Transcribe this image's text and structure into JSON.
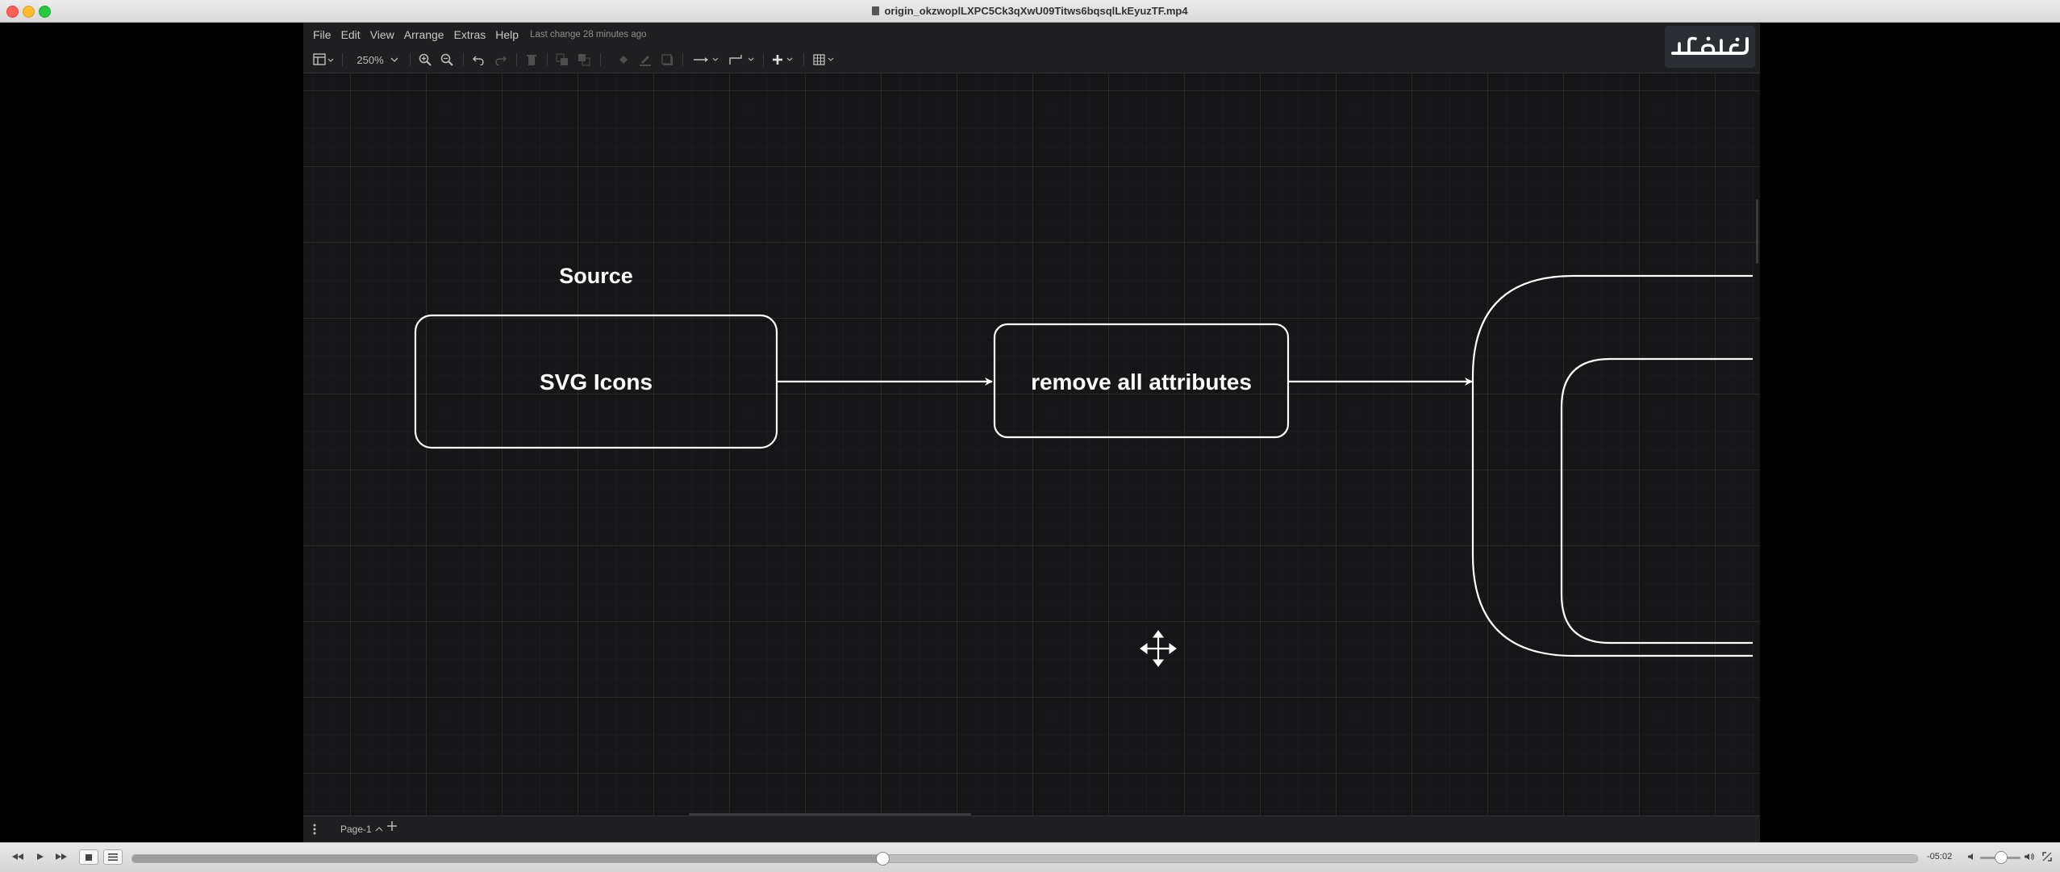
{
  "window": {
    "title": "origin_okzwoplLXPC5Ck3qXwU09Titws6bqsqlLkEyuzTF.mp4"
  },
  "menubar": {
    "items": [
      "File",
      "Edit",
      "View",
      "Arrange",
      "Extras",
      "Help"
    ],
    "last_change": "Last change 28 minutes ago"
  },
  "toolbar": {
    "zoom_level": "250%"
  },
  "diagram": {
    "source_label": "Source",
    "node1_label": "SVG Icons",
    "node2_label": "remove all attributes"
  },
  "pagebar": {
    "page_name": "Page-1"
  },
  "player": {
    "time_remaining": "-05:02",
    "progress": 0.42
  },
  "colors": {
    "canvas": "#161618",
    "stroke": "#ffffff",
    "text": "#ffffff"
  }
}
